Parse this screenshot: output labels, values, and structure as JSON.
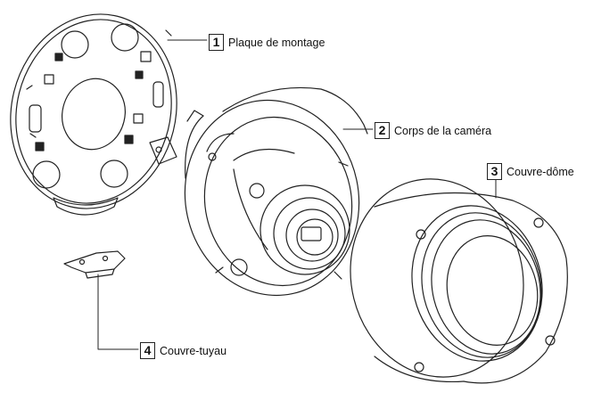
{
  "callouts": [
    {
      "number": "1",
      "label": "Plaque de montage"
    },
    {
      "number": "2",
      "label": "Corps de la caméra"
    },
    {
      "number": "3",
      "label": "Couvre-dôme"
    },
    {
      "number": "4",
      "label": "Couvre-tuyau"
    }
  ],
  "parts": [
    "mounting-plate",
    "camera-body",
    "dome-cover",
    "pipe-cover"
  ]
}
